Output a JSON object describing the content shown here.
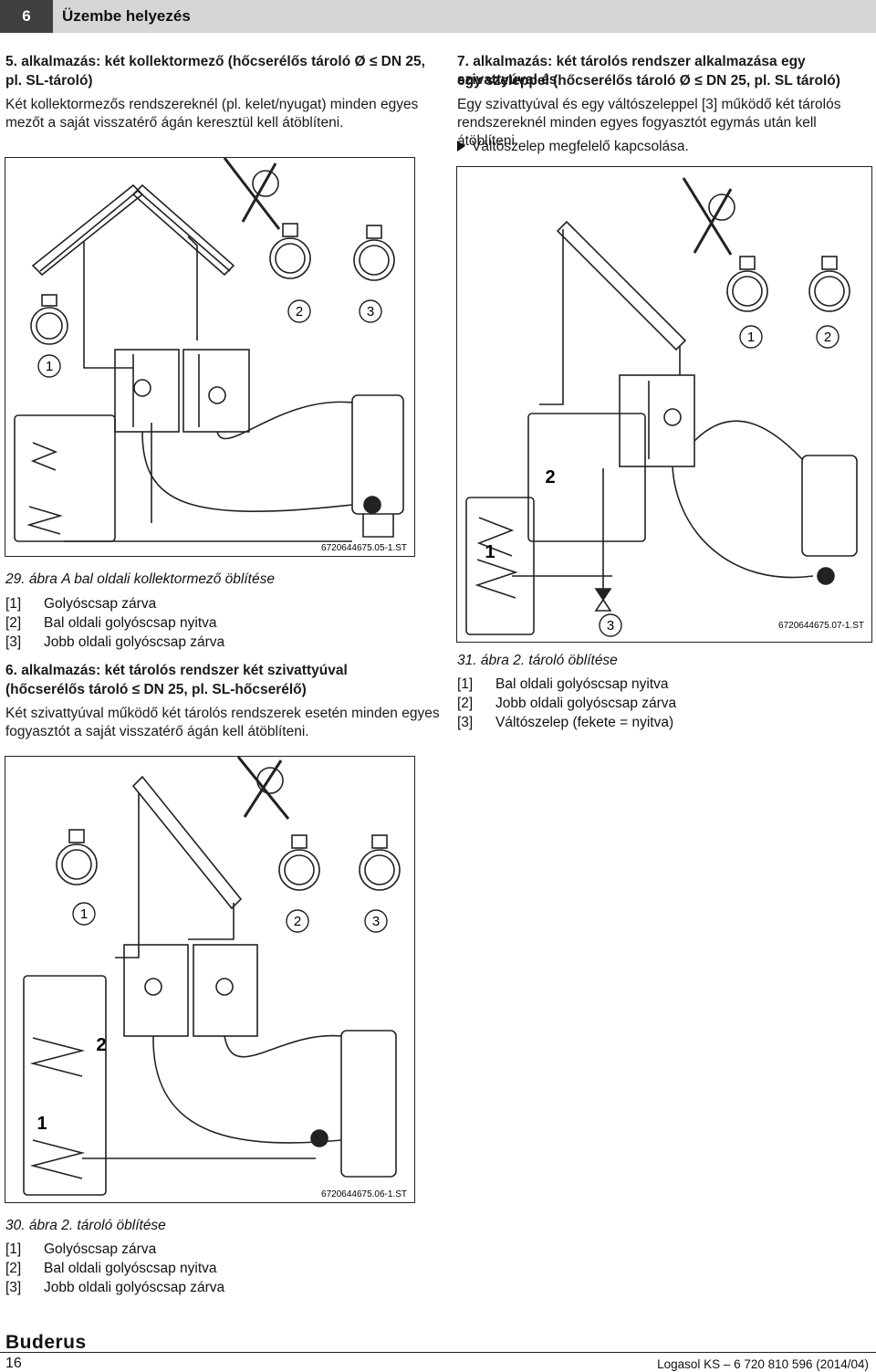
{
  "header": {
    "chapter_number": "6",
    "chapter_title": "Üzembe helyezés"
  },
  "left": {
    "app5_title_line1": "5. alkalmazás: két kollektormező (hőcserélős tároló Ø ≤ DN 25,",
    "app5_title_line2": "pl. SL-tároló)",
    "app5_body_line1": "Két kollektormezős rendszereknél (pl. kelet/nyugat) minden egyes",
    "app5_body_line2": "mezőt a saját visszatérő ágán keresztül kell átöblíteni.",
    "fig29": {
      "number": "29. ábra",
      "caption": "A bal oldali kollektormező öblítése",
      "code": "6720644675.05-1.ST",
      "labels": [
        "1",
        "2",
        "3"
      ],
      "legend": [
        {
          "key": "[1]",
          "text": "Golyóscsap zárva"
        },
        {
          "key": "[2]",
          "text": "Bal oldali golyóscsap nyitva"
        },
        {
          "key": "[3]",
          "text": "Jobb oldali golyóscsap zárva"
        }
      ]
    },
    "app6_title_line1": "6. alkalmazás: két tárolós rendszer két szivattyúval",
    "app6_title_line2": "(hőcserélős tároló ≤ DN 25, pl. SL-hőcserélő)",
    "app6_body_line1": "Két szivattyúval működő két tárolós rendszerek esetén minden egyes",
    "app6_body_line2": "fogyasztót a saját visszatérő ágán kell átöblíteni.",
    "fig30": {
      "number": "30. ábra",
      "caption": "2. tároló öblítése",
      "code": "6720644675.06-1.ST",
      "labels": [
        "1",
        "2",
        "3",
        "2",
        "1"
      ],
      "legend": [
        {
          "key": "[1]",
          "text": "Golyóscsap zárva"
        },
        {
          "key": "[2]",
          "text": "Bal oldali golyóscsap nyitva"
        },
        {
          "key": "[3]",
          "text": "Jobb oldali golyóscsap zárva"
        }
      ]
    }
  },
  "right": {
    "app7_title_line1": "7. alkalmazás: két tárolós rendszer alkalmazása egy szivattyúval és",
    "app7_title_line2": "egy szeleppel (hőcserélős tároló Ø ≤ DN 25, pl. SL tároló)",
    "app7_body_line1": "Egy szivattyúval és egy váltószeleppel [3] működő két tárolós",
    "app7_body_line2": "rendszereknél minden egyes fogyasztót egymás után kell átöblíteni.",
    "step": "Váltószelep megfelelő kapcsolása.",
    "fig31": {
      "number": "31. ábra",
      "caption": "2. tároló öblítése",
      "code": "6720644675.07-1.ST",
      "labels": [
        "1",
        "2",
        "2",
        "1",
        "3"
      ],
      "legend": [
        {
          "key": "[1]",
          "text": "Bal oldali golyóscsap nyitva"
        },
        {
          "key": "[2]",
          "text": "Jobb oldali golyóscsap zárva"
        },
        {
          "key": "[3]",
          "text": "Váltószelep (fekete = nyitva)"
        }
      ]
    }
  },
  "footer": {
    "brand": "Buderus",
    "page_number": "16",
    "doc_code": "Logasol KS – 6 720 810 596 (2014/04)"
  },
  "colors": {
    "header_dark": "#3f3f3f",
    "header_light": "#d6d6d6",
    "line": "#222222"
  }
}
